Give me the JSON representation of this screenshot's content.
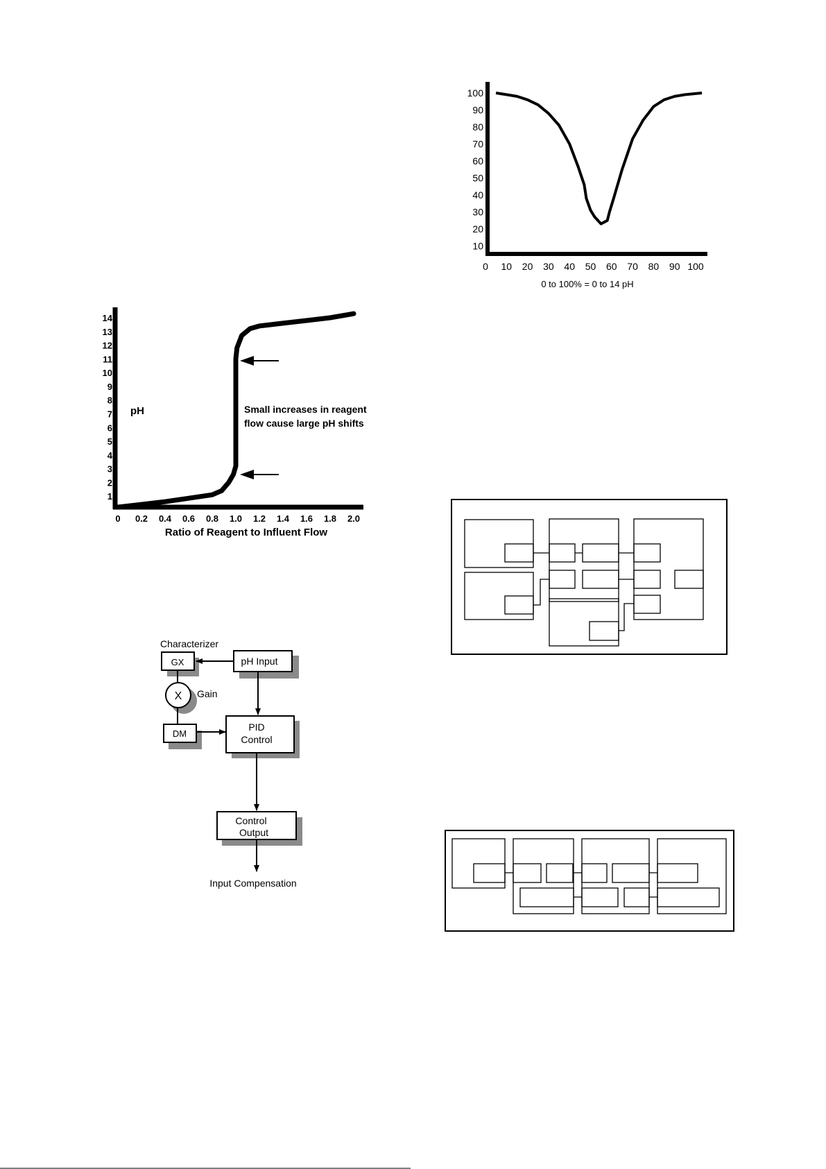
{
  "chart_data": [
    {
      "type": "line",
      "title": "",
      "xlabel": "0 to 100% = 0 to 14 pH",
      "ylabel": "",
      "x_ticks": [
        0,
        10,
        20,
        30,
        40,
        50,
        60,
        70,
        80,
        90,
        100
      ],
      "y_ticks": [
        10,
        20,
        30,
        40,
        50,
        60,
        70,
        80,
        90,
        100
      ],
      "xlim": [
        0,
        100
      ],
      "ylim": [
        0,
        100
      ],
      "series": [
        {
          "x": [
            5,
            10,
            15,
            20,
            25,
            30,
            35,
            40,
            44,
            47,
            48,
            50,
            52,
            55,
            58,
            59,
            61,
            65,
            70,
            75,
            80,
            85,
            90,
            95,
            103
          ],
          "y": [
            100,
            99,
            98,
            96,
            93,
            88,
            81,
            70,
            57,
            46,
            38,
            31,
            27,
            23,
            25,
            30,
            38,
            55,
            73,
            84,
            92,
            96,
            98,
            99,
            100
          ]
        }
      ]
    },
    {
      "type": "line",
      "title": "",
      "xlabel": "Ratio of Reagent to Influent Flow",
      "ylabel": "pH",
      "x_ticks": [
        "0",
        "0.2",
        "0.4",
        "0.6",
        "0.8",
        "1.0",
        "1.2",
        "1.4",
        "1.6",
        "1.8",
        "2.0"
      ],
      "y_ticks": [
        1,
        2,
        3,
        4,
        5,
        6,
        7,
        8,
        9,
        10,
        11,
        12,
        13,
        14
      ],
      "xlim": [
        0,
        2.0
      ],
      "ylim": [
        0,
        14
      ],
      "annotation": [
        "Small increases in reagent",
        "flow cause large pH shifts"
      ],
      "series": [
        {
          "x": [
            0,
            0.2,
            0.4,
            0.6,
            0.8,
            0.88,
            0.94,
            0.98,
            1.0,
            1.0,
            1.01,
            1.05,
            1.12,
            1.2,
            1.4,
            1.6,
            1.8,
            2.0
          ],
          "y": [
            0.2,
            0.4,
            0.6,
            0.85,
            1.1,
            1.4,
            2.0,
            2.6,
            3.2,
            11.0,
            11.8,
            12.7,
            13.2,
            13.4,
            13.6,
            13.8,
            14.0,
            14.3
          ]
        }
      ]
    }
  ],
  "block_diagram": {
    "characterizer": "Characterizer",
    "gx": "GX",
    "ph_input": "pH Input",
    "multiply": "X",
    "gain": "Gain",
    "dm": "DM",
    "pid_line1": "PID",
    "pid_line2": "Control",
    "output_line1": "Control",
    "output_line2": "Output",
    "input_comp": "Input Compensation"
  },
  "colors": {
    "ink": "#000000",
    "shadow": "#8a8a8a",
    "paper": "#ffffff"
  }
}
